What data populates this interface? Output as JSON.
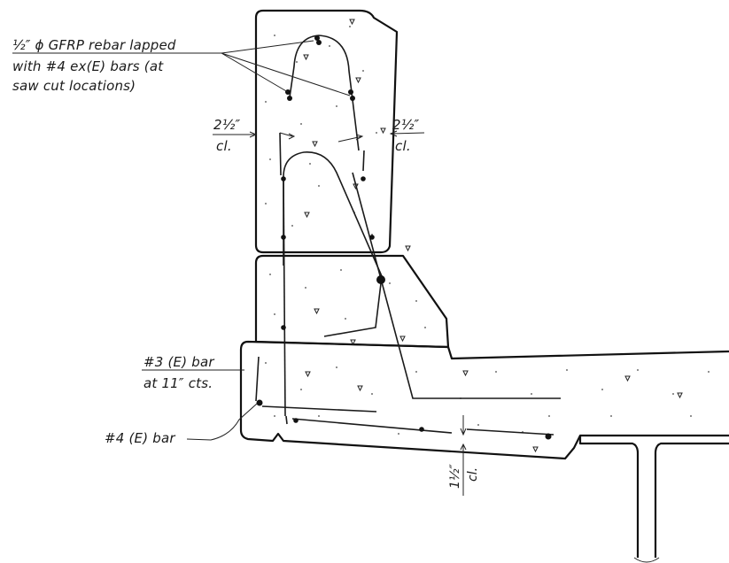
{
  "labels": {
    "gfrp_line1": "½″ ϕ GFRP rebar lapped",
    "gfrp_line2": "with #4 ex(E) bars (at",
    "gfrp_line3": "saw cut locations)",
    "clear_left_num": "2½″",
    "clear_left_unit": "cl.",
    "clear_right_num": "2½″",
    "clear_right_unit": "cl.",
    "bar3_line1": "#3 (E) bar",
    "bar3_line2": "at 11″ cts.",
    "bar4": "#4 (E) bar",
    "clear_bottom_num": "1½″",
    "clear_bottom_unit": "cl."
  }
}
